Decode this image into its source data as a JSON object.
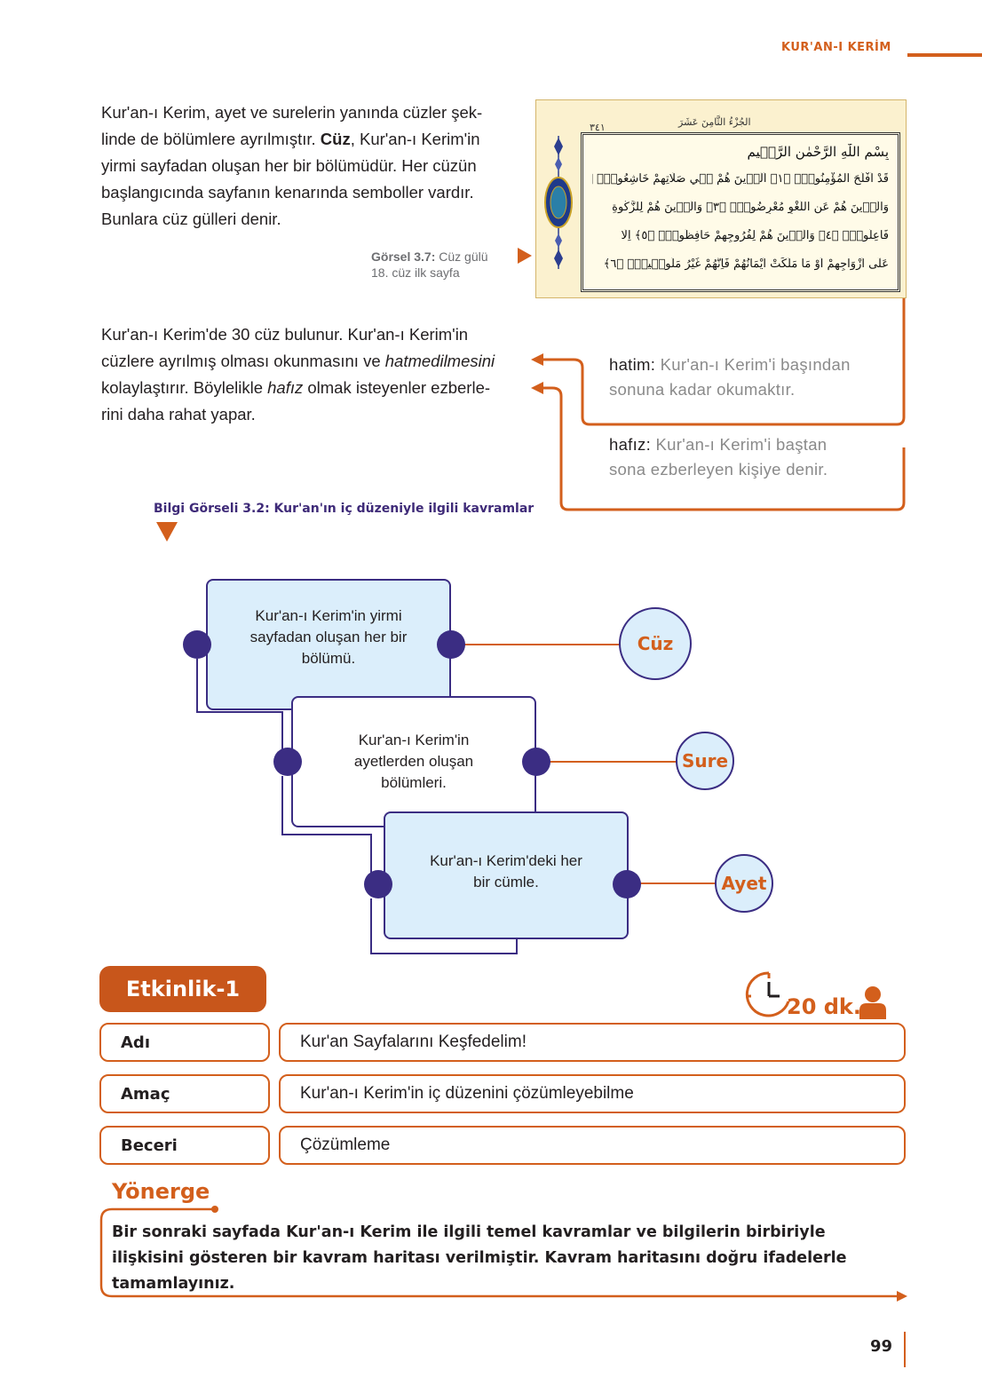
{
  "header": {
    "running_head": "KUR'AN-I KERİM"
  },
  "intro": {
    "line1": "Kur'an-ı Kerim, ayet ve surelerin yanında cüzler şek-",
    "line2": "linde de bölümlere ayrılmıştır.",
    "cuz_term": "Cüz",
    "line2_rest": ", Kur'an-ı Kerim'in",
    "line3": "yirmi sayfadan oluşan her bir bölümüdür. Her cüzün",
    "line4": "başlangıcında sayfanın kenarında semboller vardır.",
    "line5": "Bunlara cüz gülleri denir."
  },
  "figure": {
    "caption_label": "Görsel 3.7:",
    "caption_title": "Cüz gülü",
    "caption_sub": "18. cüz ilk sayfa",
    "mushaf_header": "الجُزْءُ الثَّامِنَ عَشَرَ",
    "page_number_ar": "٣٤١",
    "lines": [
      "بِسْمِ اللّٰهِ الرَّحْمٰنِ الرَّح۪يمِ",
      "قَدْ اَفْلَحَ الْمُؤْمِنُونَۙ ﴿١﴾ اَلَّذ۪ينَ هُمْ ف۪ي صَلَاتِهِمْ خَاشِعُونَۙ ﴿٢﴾",
      "وَالَّذ۪ينَ هُمْ عَنِ اللَّغْوِ مُعْرِضُونَۙ ﴿٣﴾ وَالَّذ۪ينَ هُمْ لِلزَّكٰوةِ",
      "فَاعِلُونَۙ ﴿٤﴾ وَالَّذ۪ينَ هُمْ لِفُرُوجِهِمْ حَافِظُونَۙ ﴿٥﴾ اِلَّا",
      "عَلٰٓى اَزْوَاجِهِمْ اَوْ مَا مَلَكَتْ اَيْمَانُهُمْ فَاِنَّهُمْ غَيْرُ مَلُوم۪ينَۚ ﴿٦﴾"
    ]
  },
  "para2": {
    "line1": "Kur'an-ı Kerim'de 30 cüz bulunur. Kur'an-ı Kerim'in",
    "line2_a": "cüzlere ayrılmış olması okunmasını ve",
    "line2_b": "hatmedilmesini",
    "line3_a": "kolaylaştırır. Böylelikle",
    "line3_b": "hafız",
    "line3_c": "olmak isteyenler ezberle-",
    "line4": "rini daha rahat yapar."
  },
  "glossary": {
    "hatim_term": "hatim:",
    "hatim_def1": "Kur'an-ı Kerim'i başından",
    "hatim_def2": "sonuna kadar okumaktır.",
    "hafiz_term": "hafız:",
    "hafiz_def1": "Kur'an-ı Kerim'i baştan",
    "hafiz_def2": "sona ezberleyen kişiye denir."
  },
  "info_graphic": {
    "title": "Bilgi Görseli 3.2: Kur'an'ın iç düzeniyle ilgili kavramlar",
    "boxes": [
      {
        "text": "Kur'an-ı Kerim'in yirmi sayfadan oluşan her bir bölümü.",
        "term": "Cüz"
      },
      {
        "text": "Kur'an-ı Kerim'in ayetlerden oluşan bölümleri.",
        "term": "Sure"
      },
      {
        "text": "Kur'an-ı Kerim'deki her bir cümle.",
        "term": "Ayet"
      }
    ],
    "colors": {
      "box_fill": "#dbeefb",
      "box_border": "#3b2d83",
      "term_color": "#d35f1c"
    }
  },
  "activity": {
    "title": "Etkinlik-1",
    "duration": "20 dk.",
    "rows": [
      {
        "label": "Adı",
        "value": "Kur'an Sayfalarını Keşfedelim!"
      },
      {
        "label": "Amaç",
        "value": "Kur'an-ı Kerim'in iç düzenini çözümleyebilme"
      },
      {
        "label": "Beceri",
        "value": "Çözümleme"
      }
    ],
    "instruction_title": "Yönerge",
    "instruction_text": "Bir sonraki sayfada Kur'an-ı Kerim ile ilgili temel kavramlar ve bilgilerin birbiriyle ilişkisini gösteren bir kavram haritası verilmiştir. Kavram haritasını doğru ifadelerle tamamlayınız."
  },
  "footer": {
    "page_number": "99"
  },
  "colors": {
    "accent": "#d35f1c",
    "purple": "#3b2d83",
    "etkinlik_fill": "#c8561b"
  }
}
